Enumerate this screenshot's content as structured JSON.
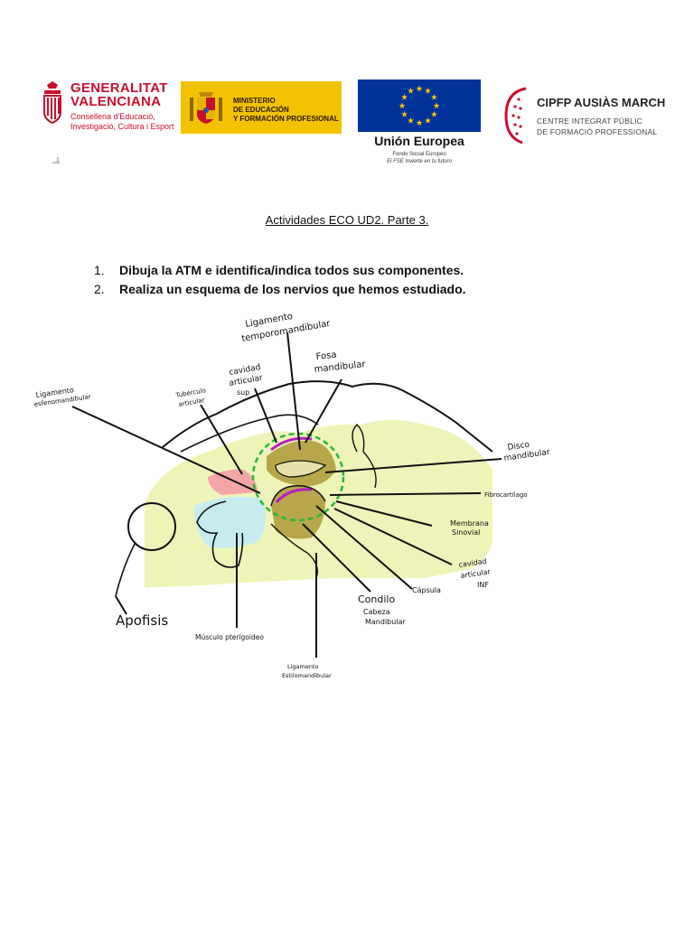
{
  "logos": {
    "gv": {
      "name_line1": "GENERALITAT",
      "name_line2": "VALENCIANA",
      "sub_line1": "Conselleria d'Educació,",
      "sub_line2": "Investigació, Cultura i Esport"
    },
    "ministerio": {
      "line1": "MINISTERIO",
      "line2": "DE EDUCACIÓN",
      "line3": "Y FORMACIÓN PROFESIONAL"
    },
    "eu": {
      "name": "Unión Europea",
      "fund": "Fondo Social Europeo",
      "motto": "El FSE invierte en tu futuro"
    },
    "cipfp": {
      "name": "CIPFP AUSIÀS MARCH",
      "sub_line1": "CENTRE INTEGRAT PÚBLIC",
      "sub_line2": "DE FORMACIÓ PROFESSIONAL"
    }
  },
  "document": {
    "title": "Actividades ECO UD2. Parte 3.",
    "tasks": [
      {
        "num": "1.",
        "text": "Dibuja la ATM e identifica/indica todos sus componentes."
      },
      {
        "num": "2.",
        "text": "Realiza un esquema de los nervios que hemos estudiado."
      }
    ]
  },
  "drawing_labels": {
    "lig_temporo_1": "Ligamento",
    "lig_temporo_2": "temporomandibular",
    "fosa_1": "Fosa",
    "fosa_2": "mandibular",
    "cav_sup_1": "cavidad",
    "cav_sup_2": "articular",
    "cav_sup_3": "sup",
    "lig_esfeno_1": "Ligamento",
    "lig_esfeno_2": "esfenomandibular",
    "tuberculo_1": "Tubérculo",
    "tuberculo_2": "articular",
    "disco_1": "Disco",
    "disco_2": "mandibular",
    "fibro": "Fibrocartílago",
    "membrana_1": "Membrana",
    "membrana_2": "Sinovial",
    "cav_inf_1": "cavidad",
    "cav_inf_2": "articular",
    "cav_inf_3": "INF",
    "capsula": "Cápsula",
    "condilo_1": "Condilo",
    "condilo_2": "Cabeza",
    "condilo_3": "Mandibular",
    "apofisis": "Apofisis",
    "musculo": "Músculo pterigoideo",
    "lig_estilo_1": "Ligamento",
    "lig_estilo_2": "Estilomandibular"
  }
}
